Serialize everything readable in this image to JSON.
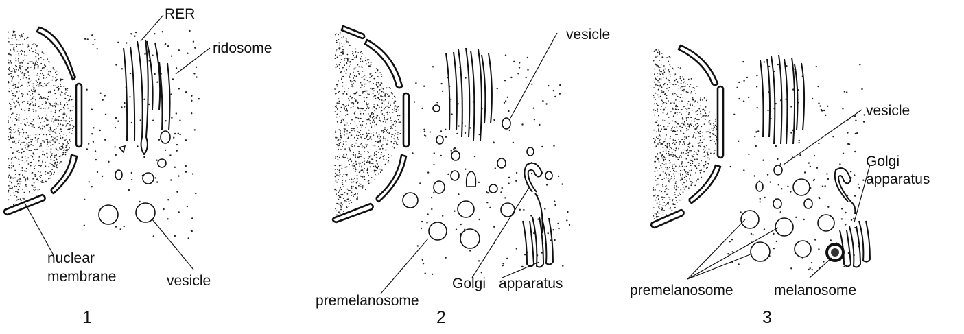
{
  "panels": [
    {
      "number": "1",
      "labels": {
        "rer": "RER",
        "ribosome": "ridosome",
        "nuclear_line1": "nuclear",
        "nuclear_line2": "membrane",
        "vesicle": "vesicle"
      }
    },
    {
      "number": "2",
      "labels": {
        "vesicle": "vesicle",
        "premelanosome": "premelanosome",
        "golgi_word1": "Golgi",
        "golgi_word2": "apparatus"
      }
    },
    {
      "number": "3",
      "labels": {
        "vesicle": "vesicle",
        "golgi_line1": "Golgi",
        "golgi_line2": "apparatus",
        "premelanosome": "premelanosome",
        "melanosome": "melanosome"
      }
    }
  ],
  "colors": {
    "ink": "#111111",
    "background": "#ffffff"
  }
}
